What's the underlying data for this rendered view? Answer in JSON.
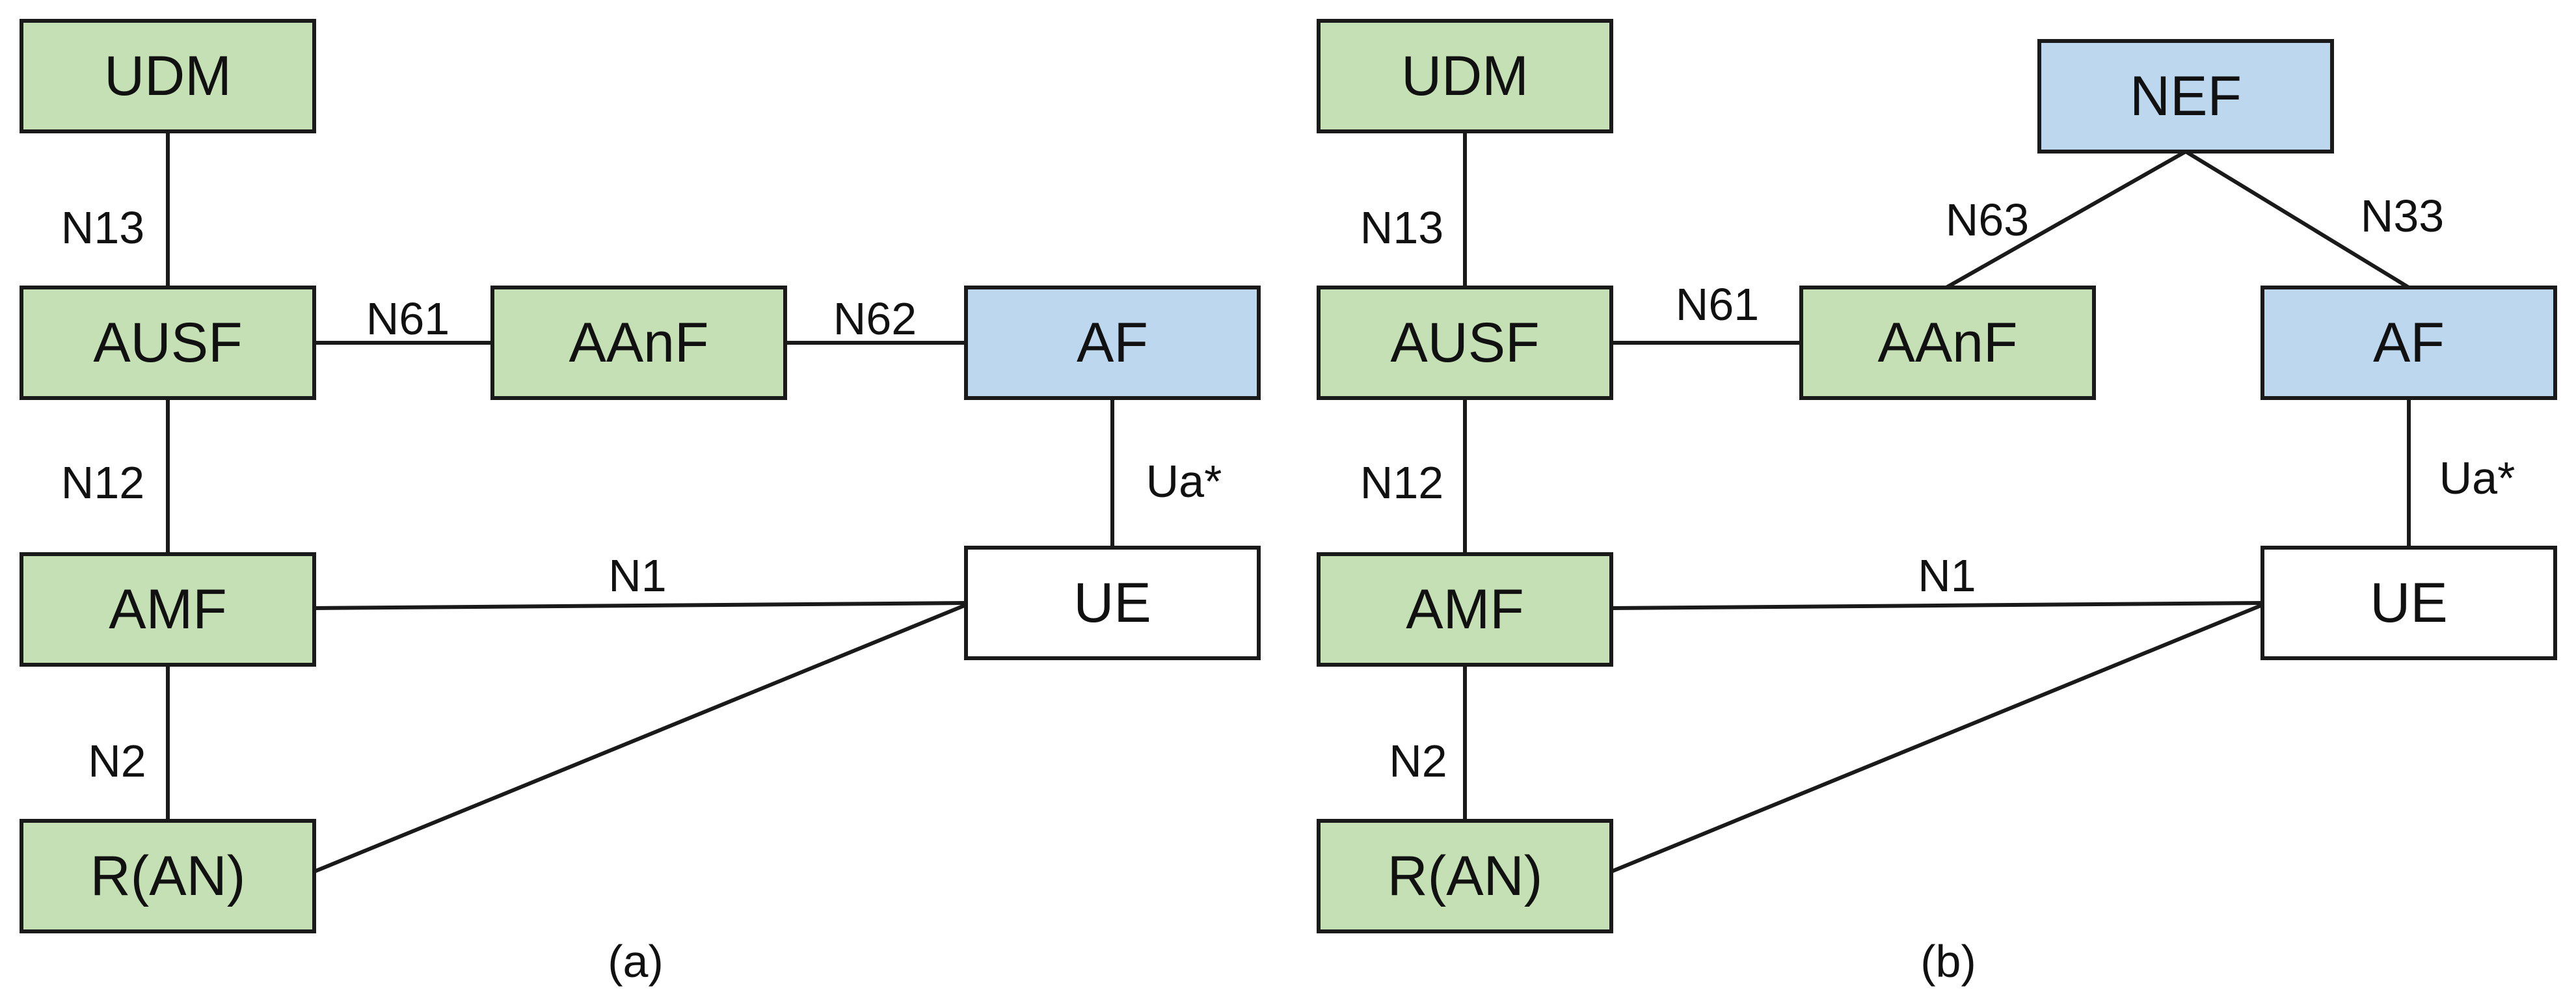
{
  "colors": {
    "green_node": "#c5e0b4",
    "blue_node": "#bdd7ee",
    "white_node": "#ffffff",
    "line": "#1a1a1a"
  },
  "panels": [
    {
      "caption": "(a)",
      "nodes": [
        {
          "id": "UDM",
          "label": "UDM",
          "fill": "green"
        },
        {
          "id": "AUSF",
          "label": "AUSF",
          "fill": "green"
        },
        {
          "id": "AAnF",
          "label": "AAnF",
          "fill": "green"
        },
        {
          "id": "AF",
          "label": "AF",
          "fill": "blue"
        },
        {
          "id": "AMF",
          "label": "AMF",
          "fill": "green"
        },
        {
          "id": "UE",
          "label": "UE",
          "fill": "white"
        },
        {
          "id": "RAN",
          "label": "R(AN)",
          "fill": "green"
        }
      ],
      "links": [
        {
          "from": "UDM",
          "to": "AUSF",
          "label": "N13"
        },
        {
          "from": "AUSF",
          "to": "AAnF",
          "label": "N61"
        },
        {
          "from": "AAnF",
          "to": "AF",
          "label": "N62"
        },
        {
          "from": "AUSF",
          "to": "AMF",
          "label": "N12"
        },
        {
          "from": "AF",
          "to": "UE",
          "label": "Ua*"
        },
        {
          "from": "AMF",
          "to": "UE",
          "label": "N1"
        },
        {
          "from": "AMF",
          "to": "RAN",
          "label": "N2"
        },
        {
          "from": "RAN",
          "to": "UE",
          "label": ""
        }
      ]
    },
    {
      "caption": "(b)",
      "nodes": [
        {
          "id": "UDM",
          "label": "UDM",
          "fill": "green"
        },
        {
          "id": "NEF",
          "label": "NEF",
          "fill": "blue"
        },
        {
          "id": "AUSF",
          "label": "AUSF",
          "fill": "green"
        },
        {
          "id": "AAnF",
          "label": "AAnF",
          "fill": "green"
        },
        {
          "id": "AF",
          "label": "AF",
          "fill": "blue"
        },
        {
          "id": "AMF",
          "label": "AMF",
          "fill": "green"
        },
        {
          "id": "UE",
          "label": "UE",
          "fill": "white"
        },
        {
          "id": "RAN",
          "label": "R(AN)",
          "fill": "green"
        }
      ],
      "links": [
        {
          "from": "UDM",
          "to": "AUSF",
          "label": "N13"
        },
        {
          "from": "AUSF",
          "to": "AAnF",
          "label": "N61"
        },
        {
          "from": "NEF",
          "to": "AAnF",
          "label": "N63"
        },
        {
          "from": "NEF",
          "to": "AF",
          "label": "N33"
        },
        {
          "from": "AUSF",
          "to": "AMF",
          "label": "N12"
        },
        {
          "from": "AF",
          "to": "UE",
          "label": "Ua*"
        },
        {
          "from": "AMF",
          "to": "UE",
          "label": "N1"
        },
        {
          "from": "AMF",
          "to": "RAN",
          "label": "N2"
        },
        {
          "from": "RAN",
          "to": "UE",
          "label": ""
        }
      ]
    }
  ]
}
